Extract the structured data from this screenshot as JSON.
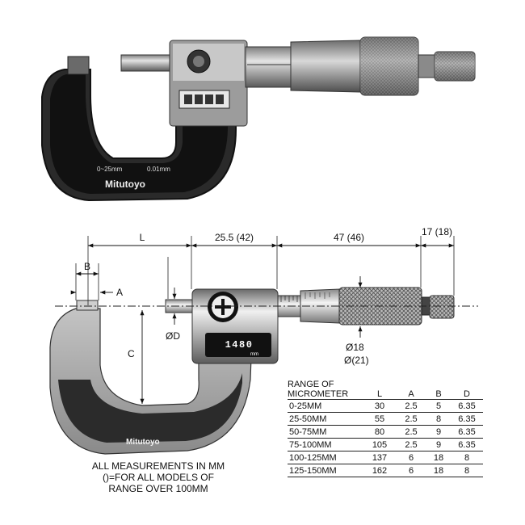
{
  "photo": {
    "frame_text_1": "0~25mm",
    "frame_text_2": "0.01mm",
    "brand": "Mitutoyo"
  },
  "drawing": {
    "dim_L": "L",
    "dim_255": "25.5 (42)",
    "dim_47": "47 (46)",
    "dim_17": "17 (18)",
    "dim_B": "B",
    "dim_A": "A",
    "dim_C": "C",
    "dim_D": "ØD",
    "dim_18": "Ø18",
    "dim_21": "Ø(21)",
    "counter_value": "1480",
    "counter_unit": "mm",
    "brand": "Mitutoyo"
  },
  "table": {
    "header": {
      "range_line1": "RANGE OF",
      "range_line2": "MICROMETER",
      "L": "L",
      "A": "A",
      "B": "B",
      "D": "D"
    },
    "rows": [
      {
        "range": "0-25MM",
        "L": "30",
        "A": "2.5",
        "B": "5",
        "D": "6.35"
      },
      {
        "range": "25-50MM",
        "L": "55",
        "A": "2.5",
        "B": "8",
        "D": "6.35"
      },
      {
        "range": "50-75MM",
        "L": "80",
        "A": "2.5",
        "B": "9",
        "D": "6.35"
      },
      {
        "range": "75-100MM",
        "L": "105",
        "A": "2.5",
        "B": "9",
        "D": "6.35"
      },
      {
        "range": "100-125MM",
        "L": "137",
        "A": "6",
        "B": "18",
        "D": "8"
      },
      {
        "range": "125-150MM",
        "L": "162",
        "A": "6",
        "B": "18",
        "D": "8"
      }
    ]
  },
  "note": {
    "line1": "ALL MEASUREMENTS IN MM",
    "line2": "()=FOR ALL MODELS OF",
    "line3": "RANGE OVER 100MM"
  }
}
